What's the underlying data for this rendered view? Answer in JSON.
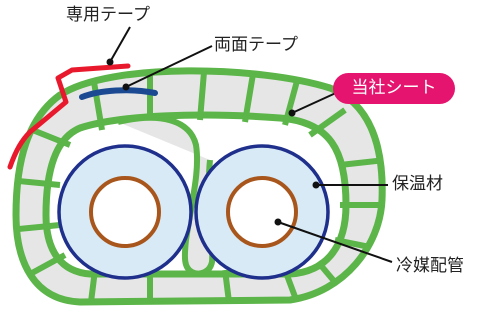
{
  "labels": {
    "dedicated_tape": "専用テープ",
    "double_sided_tape": "両面テープ",
    "company_sheet": "当社シート",
    "insulation": "保温材",
    "refrigerant_pipe": "冷媒配管"
  },
  "colors": {
    "sheet_green": "#5bb548",
    "tile_gray": "#e6e6e6",
    "insulation_blue": "#d7eaf5",
    "insulation_ring": "#1f2f8c",
    "pipe_copper": "#a8561c",
    "dedicated_tape_red": "#e8192c",
    "double_tape_navy": "#1c4a92",
    "badge_pink": "#e5156f",
    "leader_line": "#111111"
  }
}
